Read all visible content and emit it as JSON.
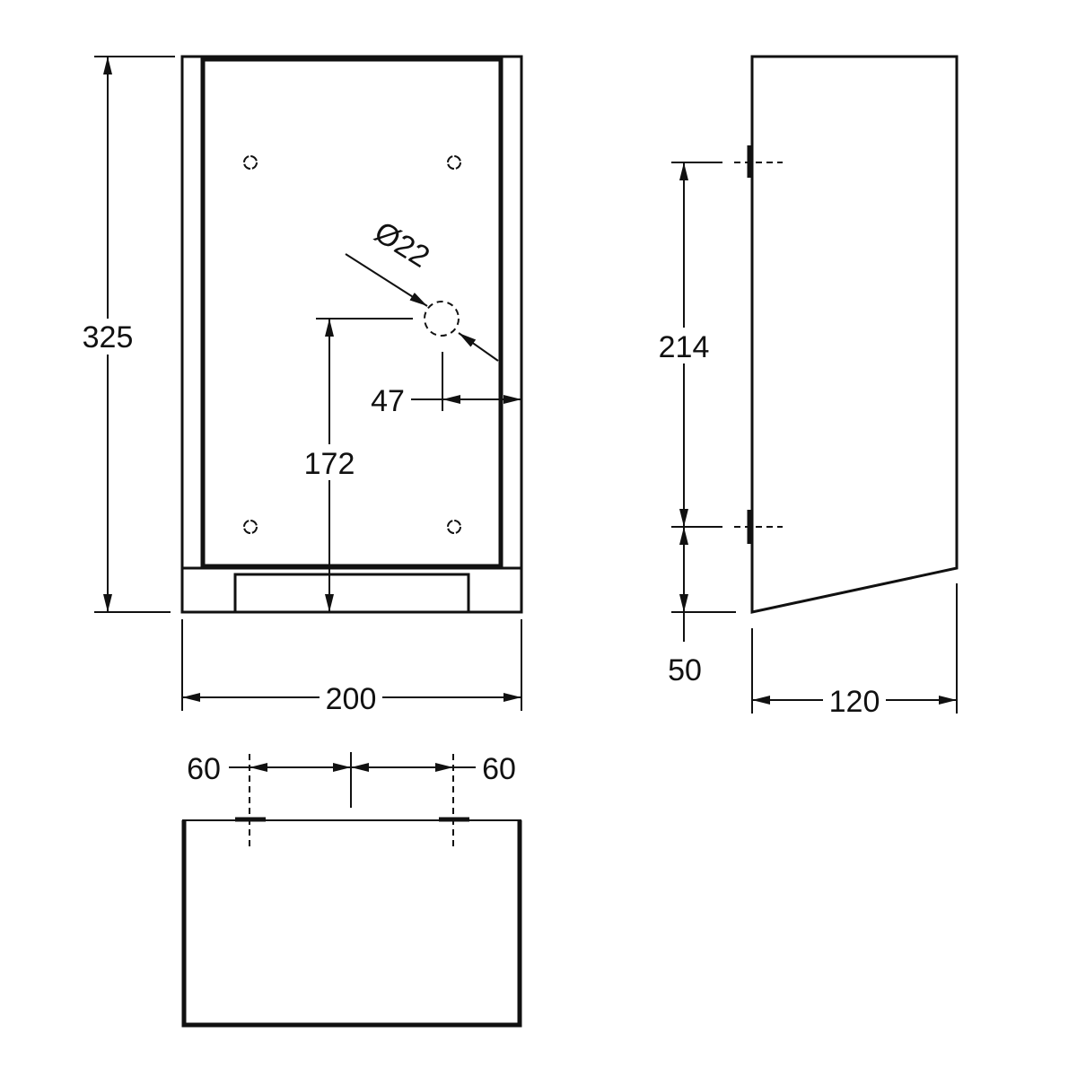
{
  "front_view": {
    "height": "325",
    "hole_height": "172",
    "hole_offset": "47",
    "hole_diameter": "Ø22",
    "width": "200"
  },
  "side_view": {
    "mount_spacing": "214",
    "bottom_offset": "50",
    "depth": "120"
  },
  "bottom_view": {
    "left_offset": "60",
    "right_offset": "60"
  }
}
